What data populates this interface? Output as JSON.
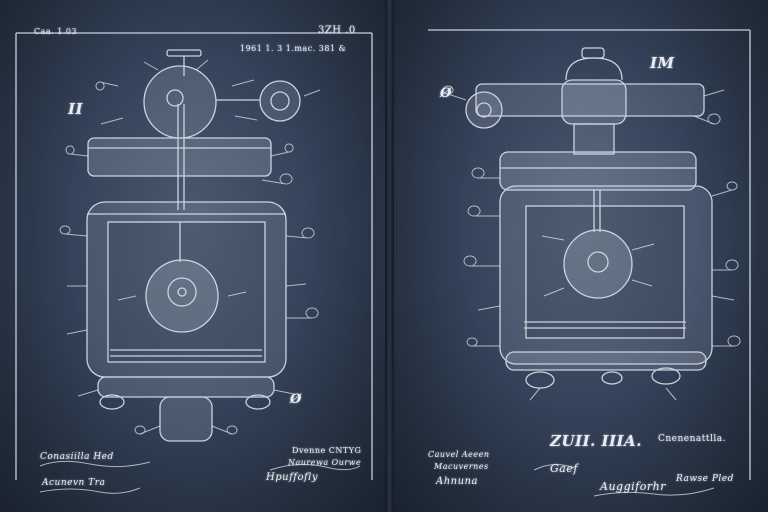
{
  "colors": {
    "paper": "#34425a",
    "ink": "#e9eef5",
    "divider": "#121822"
  },
  "left_sheet": {
    "header_left": "Caa. 1.03",
    "header_right": "3ZH .0",
    "patent_line": "1961 1. 3 1.mac. 381 &",
    "fig_label": "II",
    "ref_label": "Ø",
    "sig_inventor_1": "Conasiilla Hed",
    "sig_inventor_2": "Acunevn Tra",
    "sig_witness_1": "Dvenne CNTYG",
    "sig_witness_2": "Naurewa Ourwe",
    "sig_witness_3": "Hpuffofly"
  },
  "right_sheet": {
    "fig_label_top": "IM",
    "ref_label": "Ø",
    "fig_label_bottom": "ZUII. IIIA.",
    "sig_inventor_1": "Cauvel Aeeen",
    "sig_inventor_2": "Macuvernes",
    "sig_inventor_3": "Ahnuna",
    "sig_mid": "Gaef",
    "sig_witness_1": "Cnenenattlla.",
    "sig_witness_2": "Rawse Pled",
    "sig_witness_3": "Auggiforhr"
  }
}
